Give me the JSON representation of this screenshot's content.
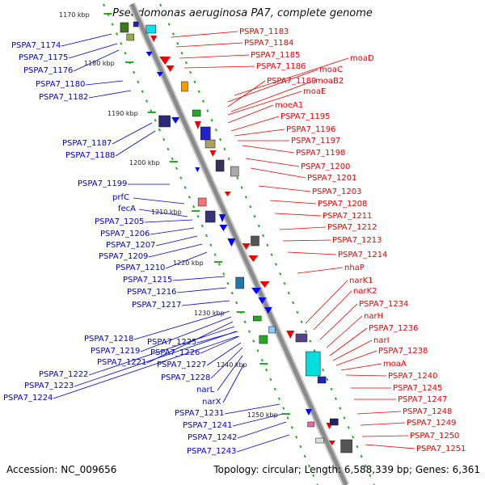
{
  "map": {
    "title": "Pseudomonas aeruginosa PA7, complete genome",
    "accession": "Accession: NC_009656",
    "stats": "Topology: circular; Length: 6,588,339 bp; Genes: 6,361",
    "colors": {
      "left_labels": "#0000cc",
      "right_labels": "#ee0000",
      "backbone": "#8a8a8a",
      "ticks": "#22aa22",
      "reverse_genes": "#0000ff",
      "forward_genes": "#ee0000"
    },
    "scale_ticks": [
      "1170 kbp",
      "1180 kbp",
      "1190 kbp",
      "1200 kbp",
      "1210 kbp",
      "1220 kbp",
      "1230 kbp",
      "1240 kbp",
      "1250 kbp"
    ],
    "left_genes": [
      "PSPA7_1174",
      "PSPA7_1175",
      "PSPA7_1176",
      "PSPA7_1180",
      "PSPA7_1182",
      "PSPA7_1187",
      "PSPA7_1188",
      "PSPA7_1199",
      "prfC",
      "fecA",
      "PSPA7_1205",
      "PSPA7_1206",
      "PSPA7_1207",
      "PSPA7_1209",
      "PSPA7_1210",
      "PSPA7_1215",
      "PSPA7_1216",
      "PSPA7_1217",
      "PSPA7_1218",
      "PSPA7_1219",
      "PSPA7_1221",
      "PSPA7_1222",
      "PSPA7_1223",
      "PSPA7_1224",
      "PSPA7_1225",
      "PSPA7_1226",
      "PSPA7_1227",
      "PSPA7_1228",
      "narL",
      "narX",
      "PSPA7_1231",
      "PSPA7_1241",
      "PSPA7_1242",
      "PSPA7_1243"
    ],
    "right_genes": [
      "PSPA7_1183",
      "PSPA7_1184",
      "PSPA7_1185",
      "PSPA7_1186",
      "moaD",
      "moaC",
      "PSPA7_1189",
      "moaB2",
      "moaE",
      "moeA1",
      "PSPA7_1195",
      "PSPA7_1196",
      "PSPA7_1197",
      "PSPA7_1198",
      "PSPA7_1200",
      "PSPA7_1201",
      "PSPA7_1203",
      "PSPA7_1208",
      "PSPA7_1211",
      "PSPA7_1212",
      "PSPA7_1213",
      "PSPA7_1214",
      "nhaP",
      "narK1",
      "narK2",
      "PSPA7_1234",
      "narH",
      "PSPA7_1236",
      "narI",
      "PSPA7_1238",
      "moaA",
      "PSPA7_1240",
      "PSPA7_1245",
      "PSPA7_1247",
      "PSPA7_1248",
      "PSPA7_1249",
      "PSPA7_1250",
      "PSPA7_1251"
    ]
  }
}
